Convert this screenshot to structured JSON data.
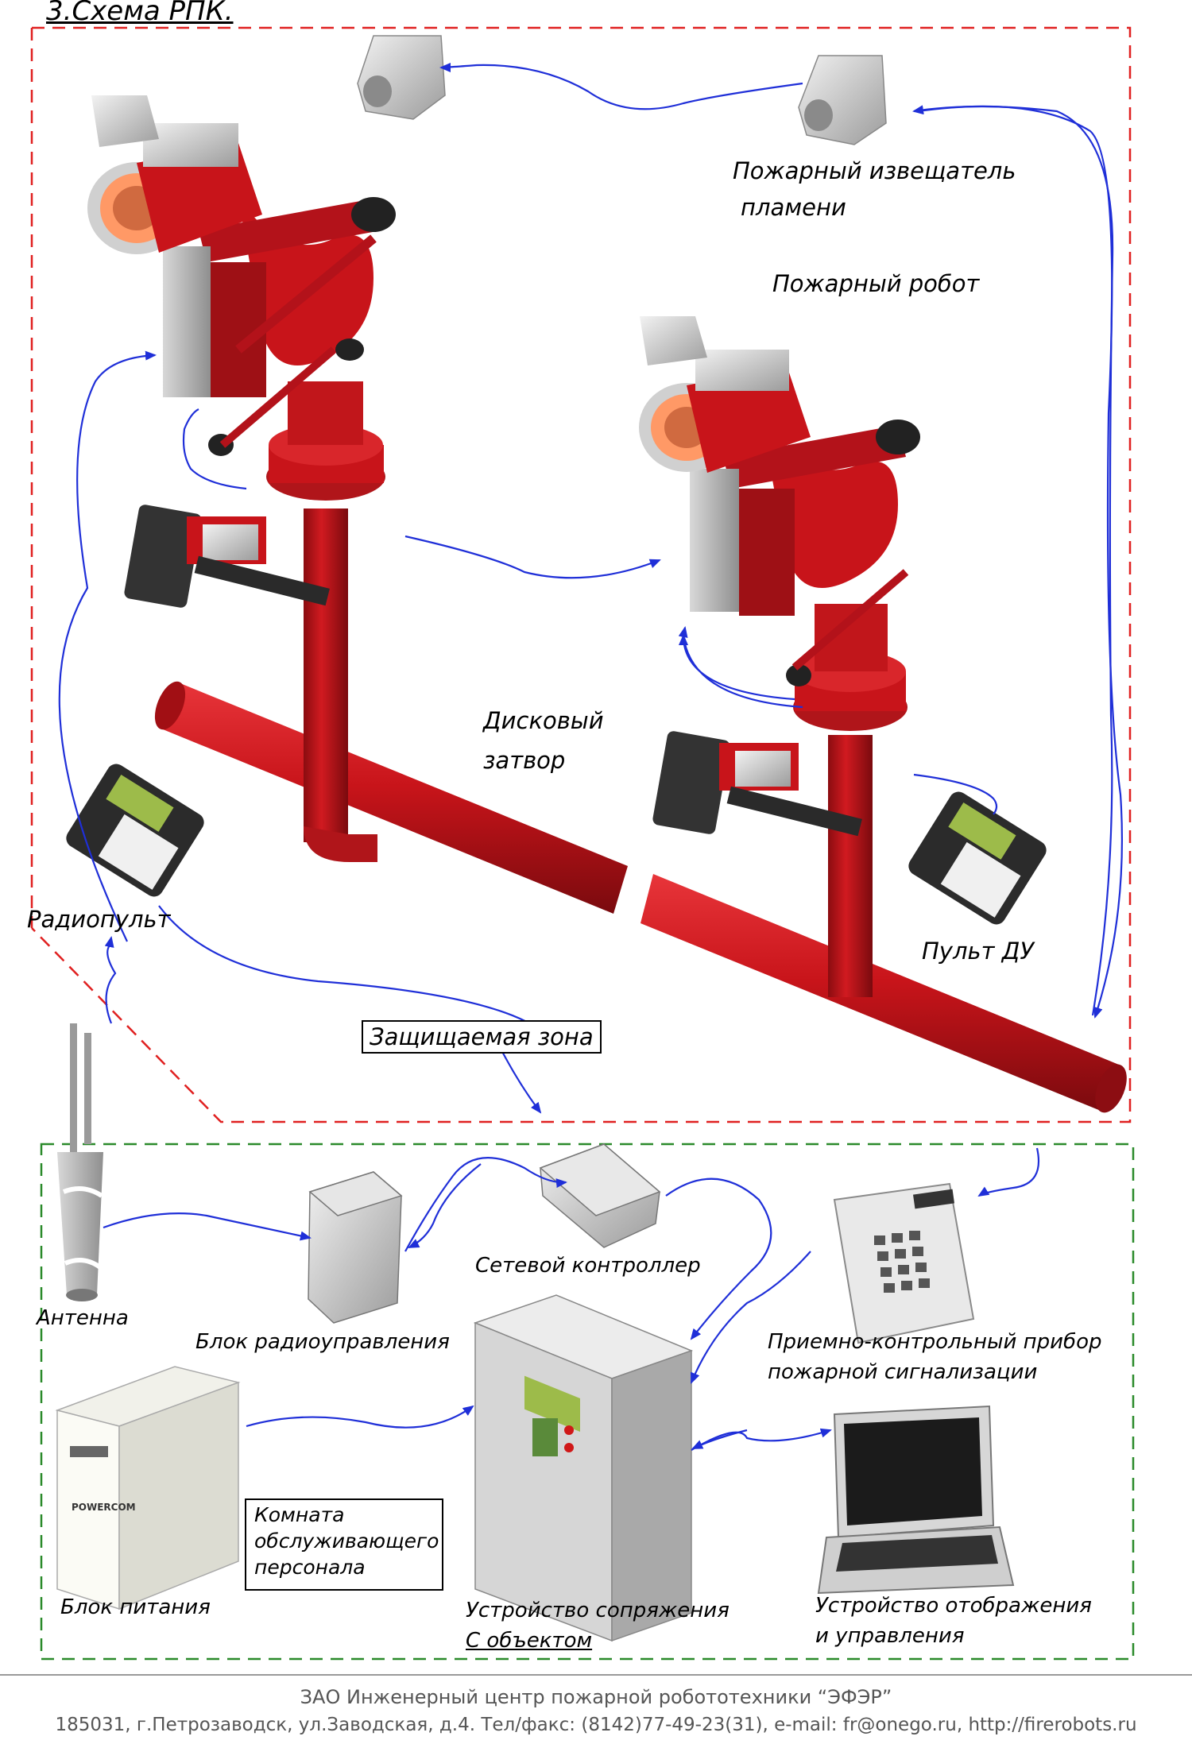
{
  "title": "3.Схема РПК.",
  "labels": {
    "flame_detector_line1": "Пожарный извещатель",
    "flame_detector_line2": "пламени",
    "robot": "Пожарный робот",
    "valve_line1": "Дисковый",
    "valve_line2": "затвор",
    "radio_remote": "Радиопульт",
    "remote_du": "Пульт ДУ",
    "protected_zone": "Защищаемая зона",
    "antenna": "Антенна",
    "radio_block": "Блок радиоуправления",
    "network_controller": "Сетевой контроллер",
    "panel_line1": "Приемно-контрольный прибор",
    "panel_line2": "пожарной сигнализации",
    "power_block": "Блок питания",
    "room_line1": "Комната",
    "room_line2": "обслуживающего",
    "room_line3": "персонала",
    "interface_line1": "Устройство сопряжения",
    "interface_line2": "С объектом",
    "display_line1": "Устройство отображения",
    "display_line2": "и управления",
    "ups_brand": "POWERCOM"
  },
  "footer": {
    "line1": "ЗАО Инженерный центр пожарной робототехники “ЭФЭР”",
    "line2": "185031, г.Петрозаводск, ул.Заводская, д.4. Тел/факс: (8142)77-49-23(31), e-mail: fr@onego.ru, http://firerobots.ru"
  },
  "colors": {
    "pipe_red": "#c8141a",
    "link_blue": "#1f2fd8",
    "zone_red_dash": "#e02020",
    "room_green_dash": "#2a8a2a",
    "device_grey": "#c9c9c9"
  }
}
